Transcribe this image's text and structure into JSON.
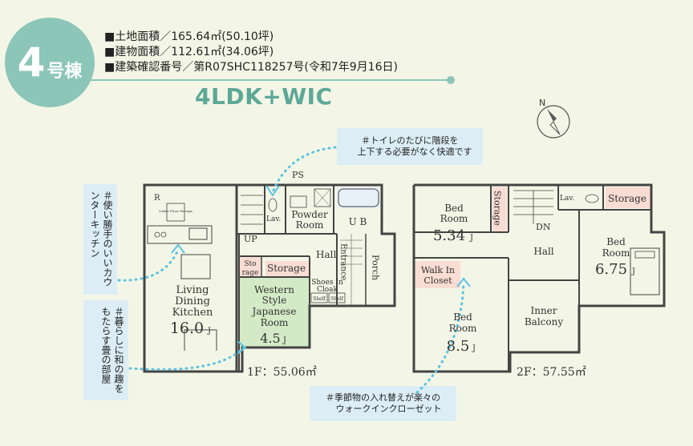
{
  "badge": {
    "number": "4",
    "unit": "号棟"
  },
  "specs": [
    "■土地面積／165.64㎡(50.10坪)",
    "■建物面積／112.61㎡(34.06坪)",
    "■建築確認番号／第R07SHC118257号(令和7年9月16日)"
  ],
  "layout_type": "4LDK+WIC",
  "compass": "N",
  "callouts": {
    "toilet": [
      "＃トイレのたびに階段を",
      "上下する必要がなく快適です"
    ],
    "kitchen": "＃使い勝手のいいカウンターキッチン",
    "washitsu": "＃暮らしに和の趣をもたらす畳の部屋",
    "closet": [
      "＃季節物の入れ替えが楽々の",
      "ウォークインクローゼット"
    ]
  },
  "floor1": {
    "area": "1F：55.06㎡",
    "rooms": {
      "ps": "PS",
      "r": "R",
      "fridge": "Under Floor Storage",
      "lav": "Lav.",
      "powder": [
        "Powder",
        "Room"
      ],
      "ub": "U B",
      "up": "UP",
      "hall": "Hall",
      "entrance": "Entrance",
      "porch": "Porch",
      "storage_small": [
        "Sto",
        "rage"
      ],
      "storage": "Storage",
      "shoes": [
        "Shoes In",
        "Cloak"
      ],
      "shelf1": "Shelf",
      "shelf2": "Shelf",
      "ldk_name": [
        "Living",
        "Dining",
        "Kitchen"
      ],
      "ldk_size": "16.0",
      "jp_name": [
        "Western",
        "Style",
        "Japanese",
        "Room"
      ],
      "jp_size": "4.5"
    }
  },
  "floor2": {
    "area": "2F：57.55㎡",
    "rooms": {
      "bed1_name": [
        "Bed",
        "Room"
      ],
      "bed1_size": "5.34",
      "storage_v": "Storage",
      "dn": "DN",
      "lav": "Lav.",
      "storage": "Storage",
      "bed2_name": [
        "Bed",
        "Room"
      ],
      "bed2_size": "6.75",
      "hall": "Hall",
      "wic": [
        "Walk In",
        "Closet"
      ],
      "bed3_name": [
        "Bed",
        "Room"
      ],
      "bed3_size": "8.5",
      "balcony": [
        "Inner",
        "Balcony"
      ]
    }
  },
  "unit_j": "J",
  "colors": {
    "accent": "#8cc6b8",
    "callout_bg": "#dcedf6",
    "washitsu": "#d4eac6",
    "storage": "#f9dcd3",
    "wic": "#f9dcd3",
    "wall": "#444444",
    "arrow": "#5bc3e0"
  }
}
